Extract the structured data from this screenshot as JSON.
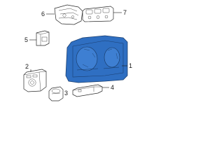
{
  "diagram": {
    "callouts": {
      "p1": "1",
      "p2": "2",
      "p3": "3",
      "p4": "4",
      "p5": "5",
      "p6": "6",
      "p7": "7"
    },
    "colors": {
      "highlight": "#2f6fc2",
      "line": "#1a1a1a",
      "background": "#ffffff"
    }
  }
}
